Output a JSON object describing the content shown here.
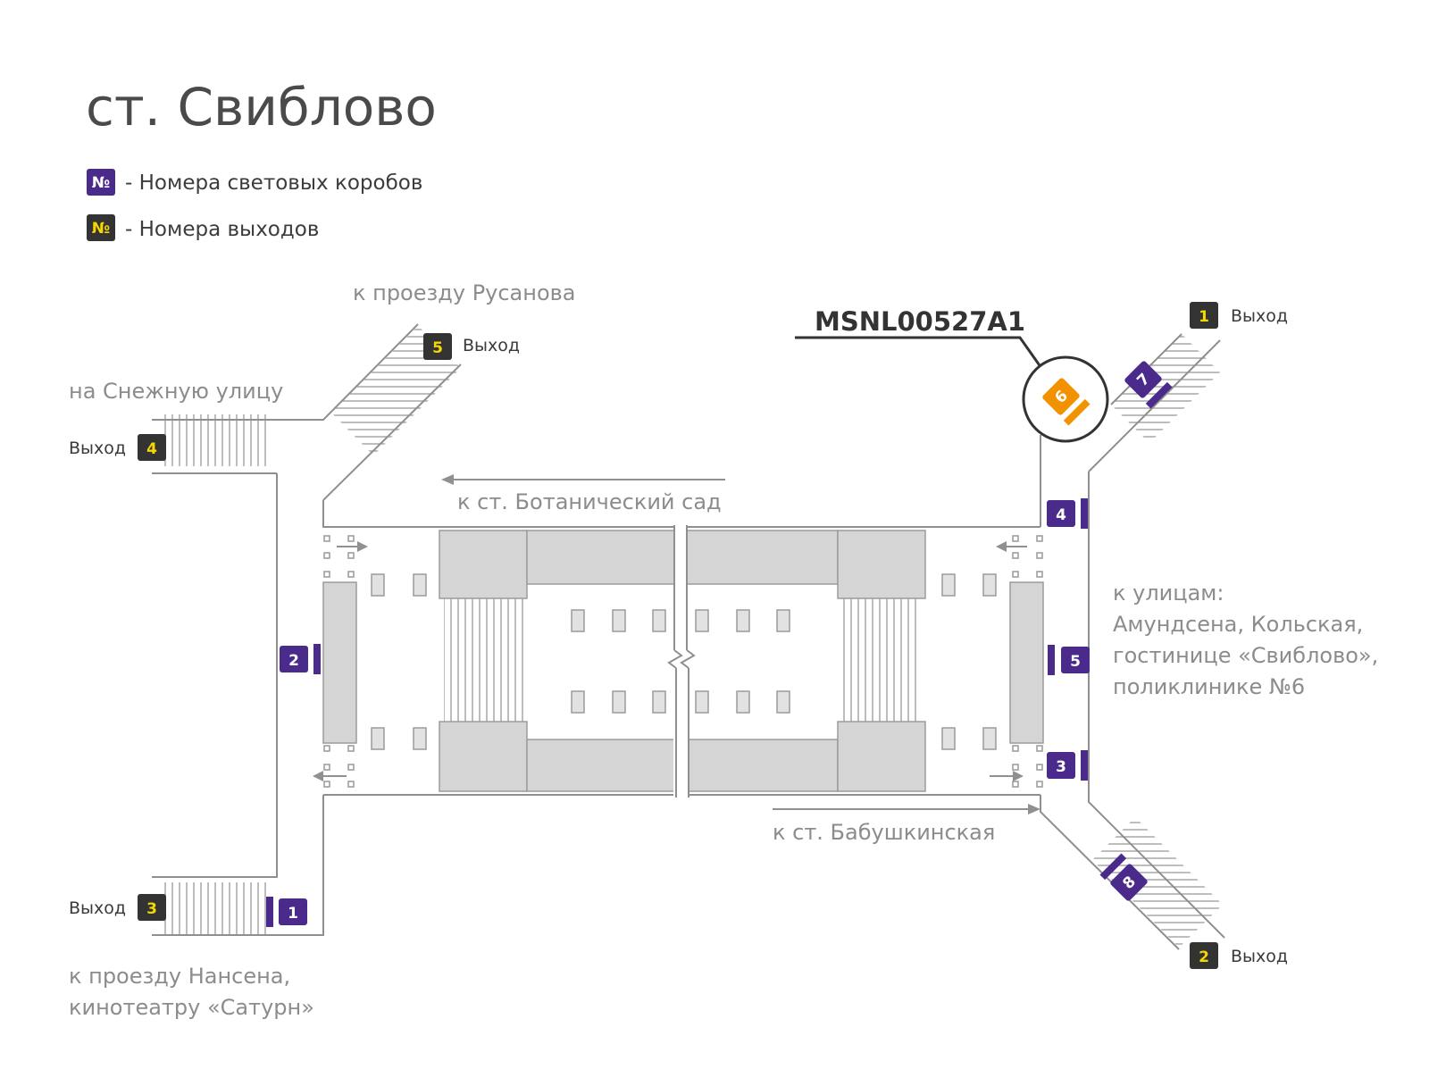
{
  "title": "ст. Свиблово",
  "legend": {
    "symbol": "№",
    "lightbox_label": "- Номера световых коробов",
    "exit_label": "- Номера выходов"
  },
  "directions": {
    "rusanova": "к проезду Русанова",
    "snezhnaya": "на Снежную улицу",
    "botanichesky": "к ст. Ботанический сад",
    "babushkinskaya": "к ст. Бабушкинская",
    "streets_line1": "к улицам:",
    "streets_line2": "Амундсена, Кольская,",
    "streets_line3": "гостинице «Свиблово»,",
    "streets_line4": "поликлинике №6",
    "nansena_line1": "к проезду Нансена,",
    "nansena_line2": "кинотеатру «Сатурн»"
  },
  "exit_word": "Выход",
  "exits": [
    "1",
    "2",
    "3",
    "4",
    "5"
  ],
  "lightboxes": [
    "1",
    "2",
    "3",
    "4",
    "5",
    "6",
    "7",
    "8"
  ],
  "highlighted_code": "MSNL00527A1",
  "highlighted_lightbox": "6",
  "colors": {
    "lightbox": "#4a2a8a",
    "exit": "#333333",
    "exit_text": "#f5d800",
    "highlight": "#f39200"
  }
}
